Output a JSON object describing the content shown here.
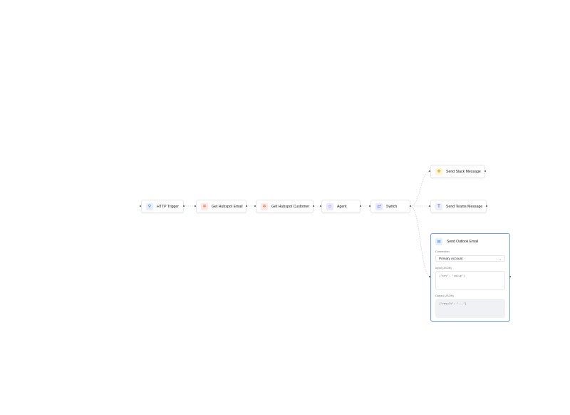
{
  "nodes": {
    "http_trigger": "HTTP Trigger",
    "get_hubspot_email": "Get Hubspot Email",
    "get_hubspot_customer": "Get Hubspot Customer",
    "agent": "Agent",
    "switch": "Switch",
    "send_slack_message": "Send Slack Message",
    "send_teams_message": "Send Teams Message"
  },
  "icons": {
    "http_trigger": "webhook-icon",
    "hubspot": "hubspot-icon",
    "agent": "robot-icon",
    "switch": "switch-icon",
    "slack": "slack-icon",
    "teams": "teams-icon",
    "outlook": "outlook-icon"
  },
  "outlook_node": {
    "title": "Send Outlook Email",
    "connection_label": "Connection",
    "connection_value": "Primary Account",
    "input_label": "Input (JSON)",
    "input_placeholder": "{\"key\": \"value\"}",
    "output_label": "Output (JSON)",
    "output_placeholder": "{\"result\": \"...\"}"
  },
  "colors": {
    "selected_border": "#6aa0f5",
    "edge": "#b9bec7",
    "hubspot": "#ef5b3c",
    "agent": "#6c5ce7"
  }
}
